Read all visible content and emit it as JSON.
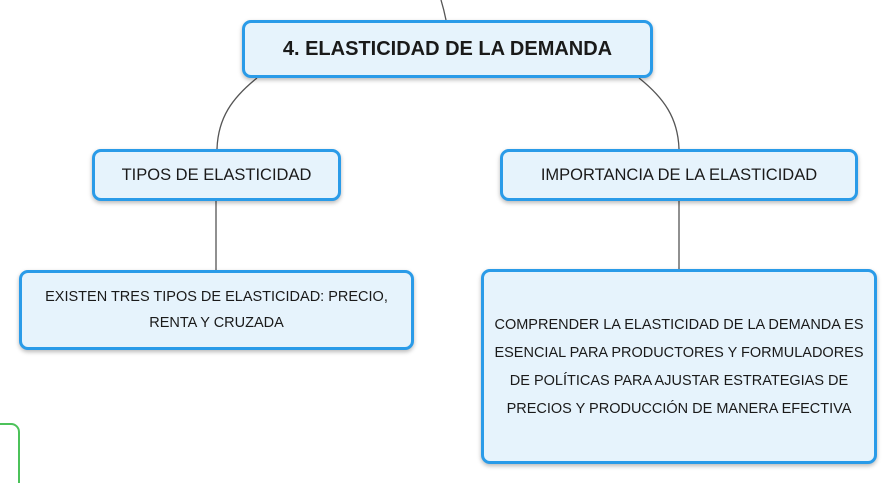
{
  "diagram": {
    "main_node": {
      "label": "4. ELASTICIDAD DE LA DEMANDA"
    },
    "children": [
      {
        "label": "TIPOS DE ELASTICIDAD",
        "detail": "EXISTEN TRES TIPOS DE ELASTICIDAD: PRECIO, RENTA Y CRUZADA"
      },
      {
        "label": "IMPORTANCIA DE LA ELASTICIDAD",
        "detail": "COMPRENDER LA ELASTICIDAD DE LA DEMANDA ES ESENCIAL PARA PRODUCTORES Y FORMULADORES DE POLÍTICAS PARA AJUSTAR ESTRATEGIAS DE PRECIOS Y PRODUCCIÓN DE MANERA EFECTIVA"
      }
    ]
  },
  "colors": {
    "node_border": "#2a9be8",
    "node_fill": "#e6f3fc",
    "connector": "#555555",
    "partial_node_border": "#4cc25a"
  }
}
